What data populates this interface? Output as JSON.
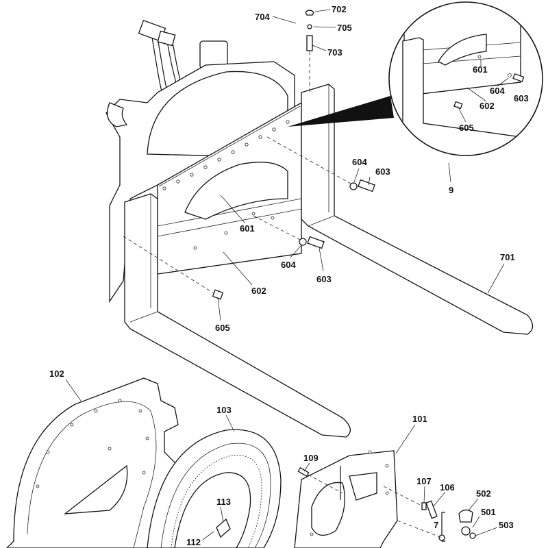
{
  "diagram": {
    "callouts": [
      {
        "id": "c704",
        "text": "704"
      },
      {
        "id": "c702",
        "text": "702"
      },
      {
        "id": "c705",
        "text": "705"
      },
      {
        "id": "c703",
        "text": "703"
      },
      {
        "id": "c601a",
        "text": "601"
      },
      {
        "id": "c604a",
        "text": "604"
      },
      {
        "id": "c603a",
        "text": "603"
      },
      {
        "id": "c602a",
        "text": "602"
      },
      {
        "id": "c605a",
        "text": "605"
      },
      {
        "id": "c9",
        "text": "9"
      },
      {
        "id": "c604b",
        "text": "604"
      },
      {
        "id": "c603b",
        "text": "603"
      },
      {
        "id": "c601b",
        "text": "601"
      },
      {
        "id": "c604c",
        "text": "604"
      },
      {
        "id": "c603c",
        "text": "603"
      },
      {
        "id": "c602b",
        "text": "602"
      },
      {
        "id": "c605b",
        "text": "605"
      },
      {
        "id": "c701",
        "text": "701"
      },
      {
        "id": "c102",
        "text": "102"
      },
      {
        "id": "c103",
        "text": "103"
      },
      {
        "id": "c101",
        "text": "101"
      },
      {
        "id": "c109",
        "text": "109"
      },
      {
        "id": "c107",
        "text": "107"
      },
      {
        "id": "c106",
        "text": "106"
      },
      {
        "id": "c502",
        "text": "502"
      },
      {
        "id": "c501",
        "text": "501"
      },
      {
        "id": "c503",
        "text": "503"
      },
      {
        "id": "c7",
        "text": "7"
      },
      {
        "id": "c113",
        "text": "113"
      },
      {
        "id": "c112",
        "text": "112"
      }
    ]
  }
}
